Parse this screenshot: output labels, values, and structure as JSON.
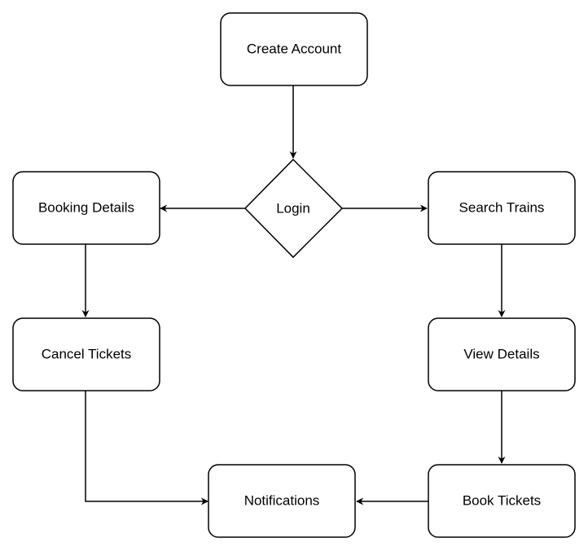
{
  "diagram": {
    "nodes": {
      "create_account": "Create Account",
      "login": "Login",
      "booking_details": "Booking Details",
      "search_trains": "Search Trains",
      "cancel_tickets": "Cancel Tickets",
      "view_details": "View Details",
      "notifications": "Notifications",
      "book_tickets": "Book Tickets"
    },
    "edges": [
      {
        "from": "Create Account",
        "to": "Login"
      },
      {
        "from": "Login",
        "to": "Booking Details"
      },
      {
        "from": "Login",
        "to": "Search Trains"
      },
      {
        "from": "Booking Details",
        "to": "Cancel Tickets"
      },
      {
        "from": "Search Trains",
        "to": "View Details"
      },
      {
        "from": "View Details",
        "to": "Book Tickets"
      },
      {
        "from": "Cancel Tickets",
        "to": "Notifications"
      },
      {
        "from": "Book Tickets",
        "to": "Notifications"
      }
    ],
    "colors": {
      "stroke": "#000000",
      "fill": "#ffffff"
    }
  }
}
